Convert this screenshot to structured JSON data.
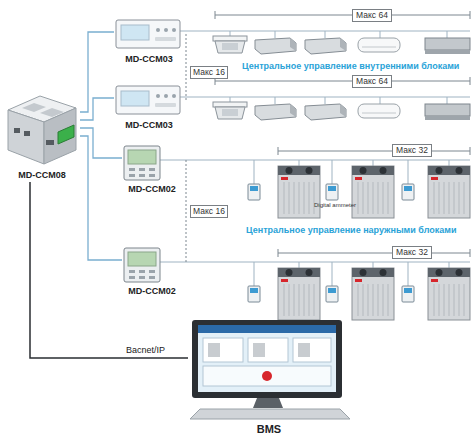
{
  "diagram": {
    "nodes": [
      {
        "text": [
          "MD-CCM03"
        ]
      },
      {
        "text": [
          "Макс 64"
        ]
      },
      {
        "text": [
          "Макс 16"
        ]
      },
      {
        "text": [
          "MD-CCM03"
        ]
      },
      {
        "text": [
          "Макс 64"
        ]
      },
      {
        "text": [
          "MD-CCM08"
        ]
      },
      {
        "text": [
          "MD-CCM02"
        ]
      },
      {
        "text": [
          "Макс 32"
        ]
      },
      {
        "text": [
          "Макс 16"
        ]
      },
      {
        "text": [
          "MD-CCM02"
        ]
      },
      {
        "text": [
          "Макс 32"
        ]
      },
      {
        "text": [
          "BMS"
        ]
      }
    ],
    "edges": [
      {
        "from": 5,
        "to": 0,
        "arrow": "none"
      },
      {
        "from": 5,
        "to": 3,
        "arrow": "none"
      },
      {
        "from": 5,
        "to": 6,
        "arrow": "none"
      },
      {
        "from": 5,
        "to": 9,
        "arrow": "none"
      },
      {
        "from": 5,
        "to": 11,
        "label": "Bacnet/IP",
        "arrow": "none"
      }
    ],
    "labels": [
      "Центральное управление внутренними блоками",
      "Digital ammeter",
      "Центральное управление наружными блоками"
    ]
  }
}
